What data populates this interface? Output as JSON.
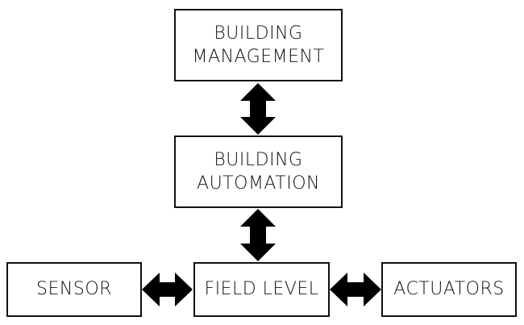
{
  "diagram": {
    "boxes": {
      "building_management": {
        "line1": "BUILDING",
        "line2": "MANAGEMENT"
      },
      "building_automation": {
        "line1": "BUILDING",
        "line2": "AUTOMATION"
      },
      "field_level": {
        "label": "FIELD LEVEL"
      },
      "sensor": {
        "label": "SENSOR"
      },
      "actuators": {
        "label": "ACTUATORS"
      }
    },
    "connections": [
      {
        "from": "BUILDING MANAGEMENT",
        "to": "BUILDING AUTOMATION",
        "direction": "bidirectional"
      },
      {
        "from": "BUILDING AUTOMATION",
        "to": "FIELD LEVEL",
        "direction": "bidirectional"
      },
      {
        "from": "SENSOR",
        "to": "FIELD LEVEL",
        "direction": "bidirectional"
      },
      {
        "from": "FIELD LEVEL",
        "to": "ACTUATORS",
        "direction": "bidirectional"
      }
    ],
    "colors": {
      "stroke": "#111111",
      "arrow_fill": "#000000",
      "background": "#ffffff"
    }
  }
}
